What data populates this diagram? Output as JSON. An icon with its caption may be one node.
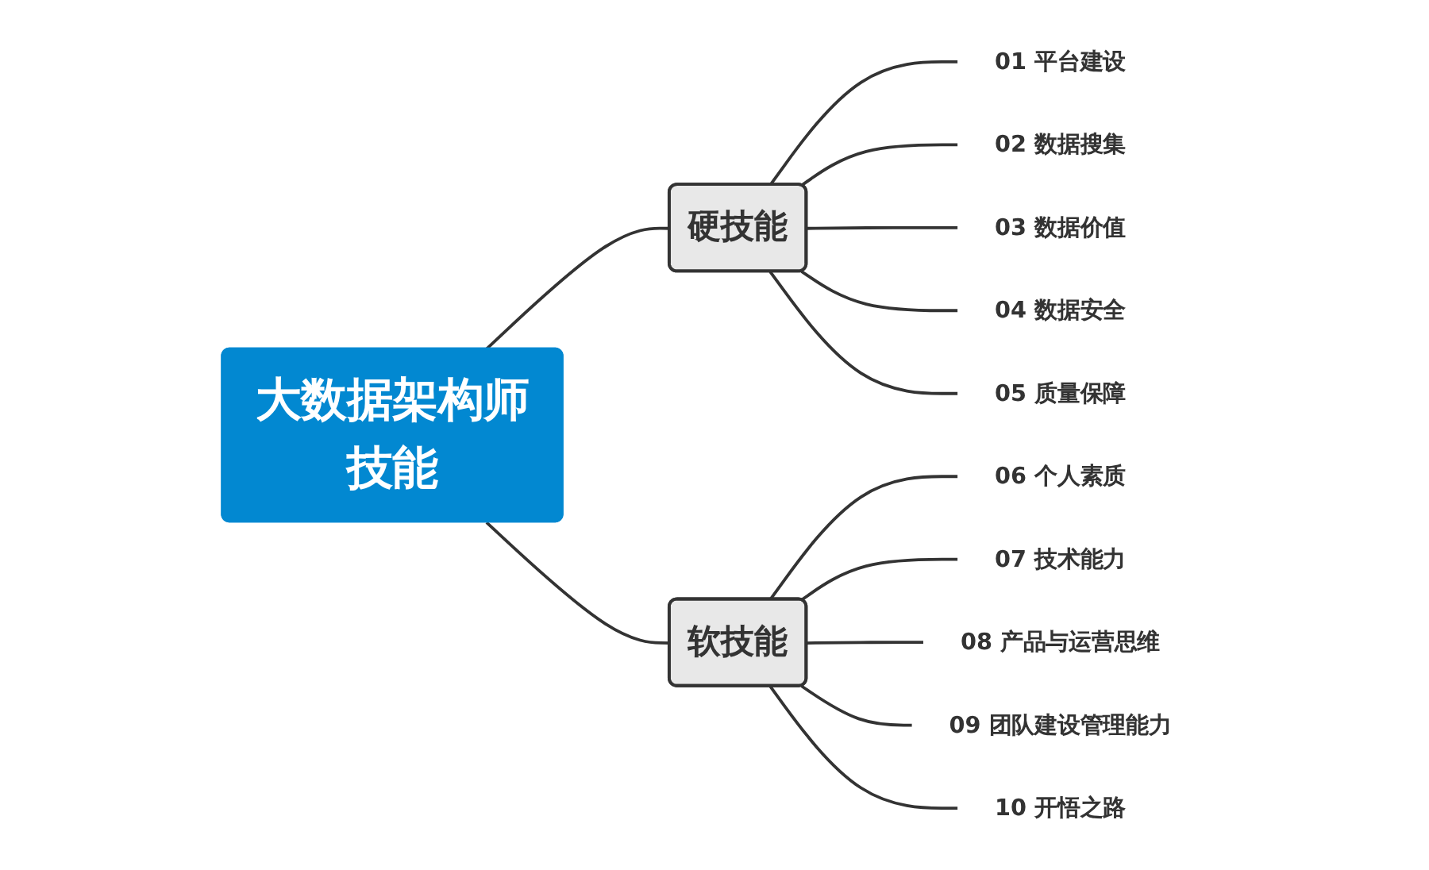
{
  "diagram": {
    "nodes": [
      {
        "text": [
          "大数据架构师技能"
        ]
      },
      {
        "text": [
          "硬技能"
        ]
      },
      {
        "text": [
          "01 平台建设"
        ]
      },
      {
        "text": [
          "02 数据搜集"
        ]
      },
      {
        "text": [
          "03 数据价值"
        ]
      },
      {
        "text": [
          "04 数据安全"
        ]
      },
      {
        "text": [
          "05 质量保障"
        ]
      },
      {
        "text": [
          "软技能"
        ]
      },
      {
        "text": [
          "06 个人素质"
        ]
      },
      {
        "text": [
          "07 技术能力"
        ]
      },
      {
        "text": [
          "08 产品与运营思维"
        ]
      },
      {
        "text": [
          "09 团队建设管理能力"
        ]
      },
      {
        "text": [
          "10 开悟之路"
        ]
      }
    ],
    "edges": [
      {
        "from": 0,
        "to": 1,
        "arrow": "none"
      },
      {
        "from": 1,
        "to": 2,
        "arrow": "none"
      },
      {
        "from": 1,
        "to": 3,
        "arrow": "none"
      },
      {
        "from": 1,
        "to": 4,
        "arrow": "none"
      },
      {
        "from": 1,
        "to": 5,
        "arrow": "none"
      },
      {
        "from": 1,
        "to": 6,
        "arrow": "none"
      },
      {
        "from": 0,
        "to": 7,
        "arrow": "none"
      },
      {
        "from": 7,
        "to": 8,
        "arrow": "none"
      },
      {
        "from": 7,
        "to": 9,
        "arrow": "none"
      },
      {
        "from": 7,
        "to": 10,
        "arrow": "none"
      },
      {
        "from": 7,
        "to": 11,
        "arrow": "none"
      },
      {
        "from": 7,
        "to": 12,
        "arrow": "none"
      }
    ]
  }
}
